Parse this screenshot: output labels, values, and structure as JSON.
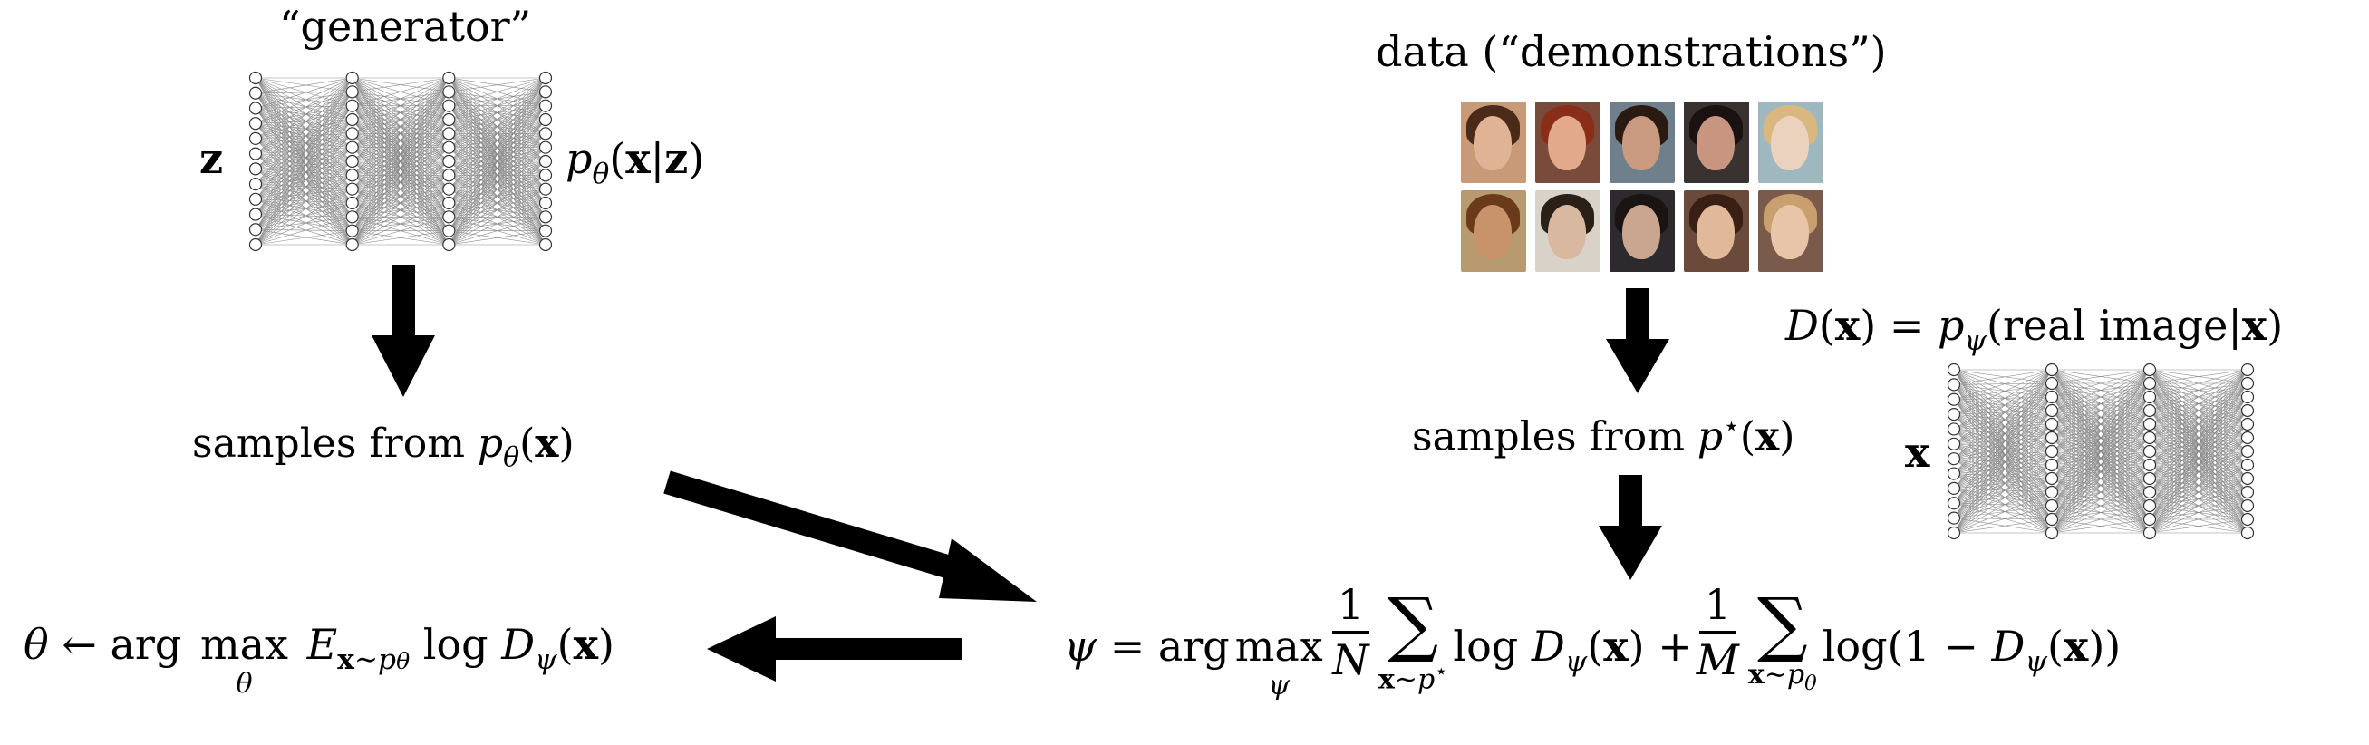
{
  "generator": {
    "title": "“generator”",
    "input_label": "z",
    "output_label": "p_θ(x|z)"
  },
  "samples_model": "samples from p_θ(x)",
  "data": {
    "title": "data (“demonstrations”)",
    "faces": [
      {
        "bg": "#c89a78",
        "hair": "#4a2a18",
        "skin": "#e0b394"
      },
      {
        "bg": "#7a4a3a",
        "hair": "#8a2e1a",
        "skin": "#e2a98a"
      },
      {
        "bg": "#6f7f8c",
        "hair": "#2a1a12",
        "skin": "#c99a80"
      },
      {
        "bg": "#3a3230",
        "hair": "#1a1210",
        "skin": "#c89680"
      },
      {
        "bg": "#9fb8c0",
        "hair": "#d9b880",
        "skin": "#ead2be"
      },
      {
        "bg": "#b89a70",
        "hair": "#6a3a1a",
        "skin": "#c8926a"
      },
      {
        "bg": "#d8d2c8",
        "hair": "#2a2018",
        "skin": "#d9b8a0"
      },
      {
        "bg": "#2c2a2c",
        "hair": "#1a1412",
        "skin": "#caa690"
      },
      {
        "bg": "#6a4a3a",
        "hair": "#3a2014",
        "skin": "#e0b89a"
      },
      {
        "bg": "#7a5a4a",
        "hair": "#c8a070",
        "skin": "#e8c4a8"
      }
    ]
  },
  "samples_data": "samples from p⋆(x)",
  "discriminator": {
    "title": "D(x) = p_ψ(real image|x)",
    "input_label": "x"
  },
  "generator_update": "θ ← arg max_θ E_{x∼p_θ} log D_ψ(x)",
  "discriminator_update": "ψ = arg max_ψ (1/N) Σ_{x∼p⋆} log D_ψ(x) + (1/M) Σ_{x∼p_θ} log(1 − D_ψ(x))",
  "colors": {
    "ink": "#000000",
    "net_line": "#8a8a8a"
  }
}
